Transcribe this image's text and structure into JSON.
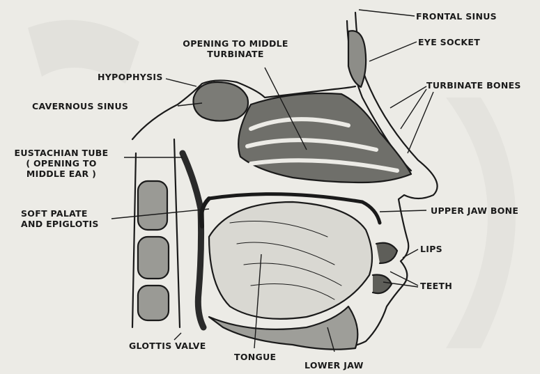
{
  "labels": {
    "frontal_sinus": "FRONTAL SINUS",
    "eye_socket": "EYE SOCKET",
    "opening_middle_turbinate": [
      "OPENING TO MIDDLE",
      "TURBINATE"
    ],
    "hypophysis": "HYPOPHYSIS",
    "turbinate_bones": "TURBINATE BONES",
    "cavernous_sinus": "CAVERNOUS SINUS",
    "eustachian_tube": [
      "EUSTACHIAN TUBE",
      "( OPENING TO",
      "MIDDLE EAR )"
    ],
    "soft_palate": [
      "SOFT PALATE",
      "AND EPIGLOTIS"
    ],
    "upper_jaw_bone": "UPPER JAW BONE",
    "lips": "LIPS",
    "teeth": "TEETH",
    "glottis_valve": "GLOTTIS VALVE",
    "tongue": "TONGUE",
    "lower_jaw": "LOWER JAW"
  },
  "colors": {
    "background": "#ecebe6",
    "ink": "#1a1a1a",
    "shade": "#8d8d88"
  }
}
